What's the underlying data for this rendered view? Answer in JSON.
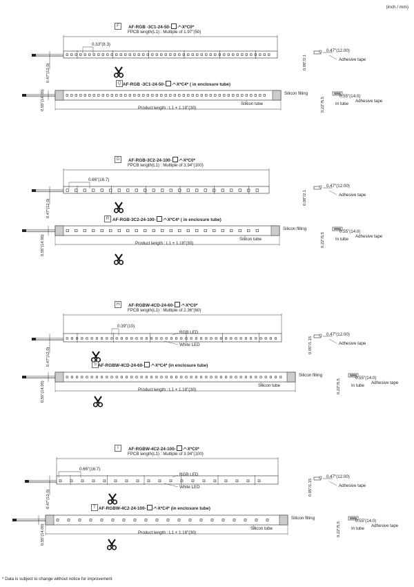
{
  "units": "(inch / mm)",
  "footnote": "* Data is subject to change without notice for improvement",
  "common": {
    "adhesive": "Adhesive tape",
    "silicon_tube": "Silicon tube",
    "silicon_filling": "Silicon filling",
    "in_tube": "In tube",
    "product_length": "Product length : L1 + 1.18\"(30)",
    "x012": "0.47\"(12.00)",
    "x014": "0.55\"(14.0)",
    "h055": "0.55\"(14.00)",
    "h047": "0.47\"(12.0)",
    "h022": "0.22\"/5.5",
    "rgb_led": "RGB LED",
    "white_led": "White LED"
  },
  "sections": [
    {
      "letter_a": "F",
      "title_a1": "AF-RGB  -3C1-24-50-",
      "title_a2": "-*-X*C0*",
      "fpcb": "FPCB length(L1) : Multiple of 1.97\"(50)",
      "pitch": "0.33\"(8.3)",
      "thick": "0.08\"/2.1",
      "letter_b": "Q",
      "title_b1": "AF-RGB  -3C1-24-50-",
      "title_b2": "-*-X*C4* ( in enclosure tube)"
    },
    {
      "letter_a": "G",
      "title_a1": "AF-RGB-3C2-24-100-",
      "title_a2": "-*-X*C0*",
      "fpcb": "FPCB length(L1) : Multiple of 3.94\"(100)",
      "pitch": "0.66\"(16.7)",
      "thick": "0.08\"/2.1",
      "letter_b": "R",
      "title_b1": "AF-RGB-3C2-24-100-",
      "title_b2": "-*-X*C4* ( in enclosure tube)"
    },
    {
      "letter_a": "H",
      "title_a1": "AF-RGBW-4CD-24-60-",
      "title_a2": "-*-X*C0*",
      "fpcb": "FPCB length(L1) : Multiple of  2.36\"(60)",
      "pitch": "0.39\"(10)",
      "thick": "0.05\"/1.15",
      "letter_b": "S",
      "title_b1": "AF-RGBW-4CD-24-60-",
      "title_b2": "-*-X*C4* (in enclosure tube)"
    },
    {
      "letter_a": "I",
      "title_a1": "AF-RGBW-4C2-24-100-",
      "title_a2": "-*-X*C0*",
      "fpcb": "FPCB length(L1) : Multiple of  3.94\"(100)",
      "pitch": "0.66\"(16.7)",
      "thick": "0.05\"/1.15",
      "letter_b": "T",
      "title_b1": "AF-RGBW-4C2-24-100-",
      "title_b2": "-*-X*C4* (in enclosure tube)"
    }
  ]
}
